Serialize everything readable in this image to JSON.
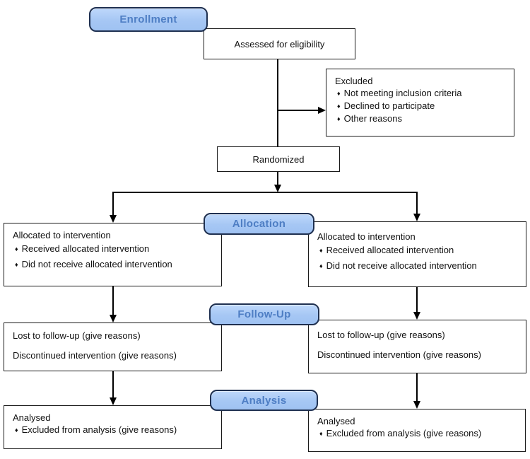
{
  "diagram": {
    "type": "consort-flow",
    "stage_badges": {
      "enrollment": "Enrollment",
      "allocation": "Allocation",
      "follow_up": "Follow-Up",
      "analysis": "Analysis"
    },
    "boxes": {
      "assessed": {
        "text": "Assessed for eligibility"
      },
      "excluded": {
        "title": "Excluded",
        "bullets": [
          "Not meeting inclusion criteria",
          "Declined to participate",
          "Other reasons"
        ]
      },
      "randomized": {
        "text": "Randomized"
      },
      "allocation_left": {
        "title": "Allocated to intervention",
        "bullets": [
          "Received allocated intervention",
          "Did not receive allocated intervention"
        ]
      },
      "allocation_right": {
        "title": "Allocated to intervention",
        "bullets": [
          "Received allocated intervention",
          "Did not receive allocated intervention"
        ]
      },
      "followup_left": {
        "lines": [
          "Lost to follow-up (give reasons)",
          "Discontinued intervention (give reasons)"
        ]
      },
      "followup_right": {
        "lines": [
          "Lost to follow-up (give reasons)",
          "Discontinued intervention (give reasons)"
        ]
      },
      "analysis_left": {
        "title": "Analysed",
        "bullets": [
          "Excluded from analysis (give reasons)"
        ]
      },
      "analysis_right": {
        "title": "Analysed",
        "bullets": [
          "Excluded from analysis (give reasons)"
        ]
      }
    },
    "glyphs": {
      "diamond_bullet": "♦"
    },
    "colors": {
      "badge_fill": "#a6c7f4",
      "badge_border": "#1f3050",
      "badge_text": "#4e7ec4",
      "box_border": "#1a1a1a",
      "line": "#000000",
      "background": "#ffffff"
    }
  }
}
